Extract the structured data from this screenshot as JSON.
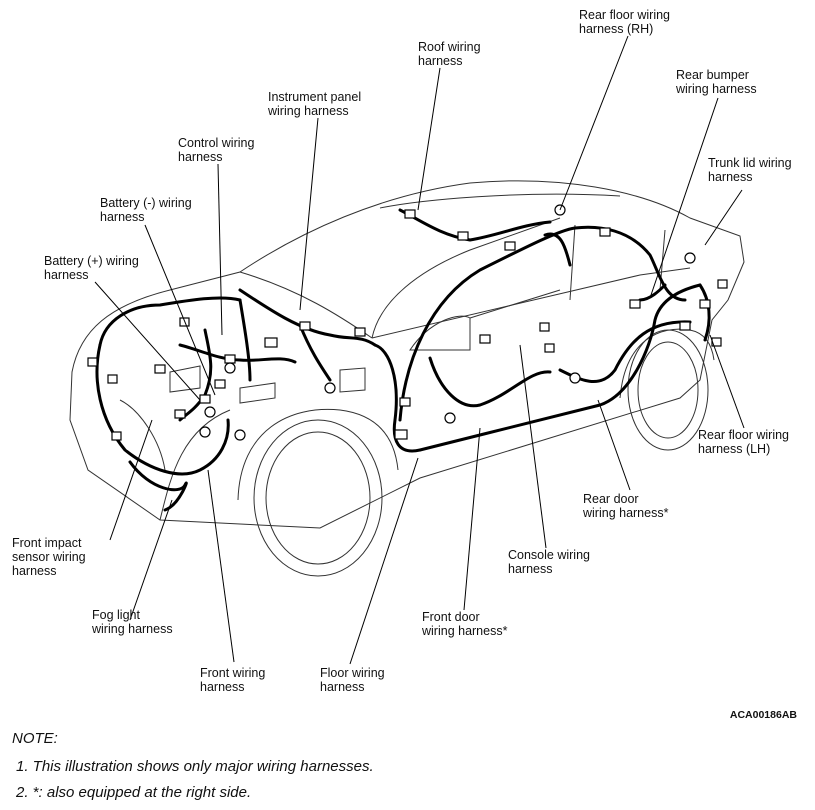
{
  "labels": {
    "rear_floor_rh": "Rear floor wiring\nharness (RH)",
    "roof": "Roof wiring\nharness",
    "rear_bumper": "Rear bumper\nwiring harness",
    "instrument_panel": "Instrument panel\nwiring harness",
    "control": "Control wiring\nharness",
    "trunk_lid": "Trunk lid wiring\nharness",
    "battery_neg": "Battery (-) wiring\nharness",
    "battery_pos": "Battery (+) wiring\nharness",
    "rear_floor_lh": "Rear floor wiring\nharness (LH)",
    "rear_door": "Rear door\nwiring harness*",
    "front_impact": "Front impact\nsensor wiring\nharness",
    "console": "Console wiring\nharness",
    "fog_light": "Fog light\nwiring harness",
    "front_door": "Front door\nwiring harness*",
    "front": "Front wiring\nharness",
    "floor": "Floor wiring\nharness"
  },
  "figure_id": "ACA00186AB",
  "note": {
    "heading": "NOTE:",
    "items": [
      "1. This illustration shows only major wiring harnesses.",
      "2. *: also equipped at the right side."
    ]
  }
}
